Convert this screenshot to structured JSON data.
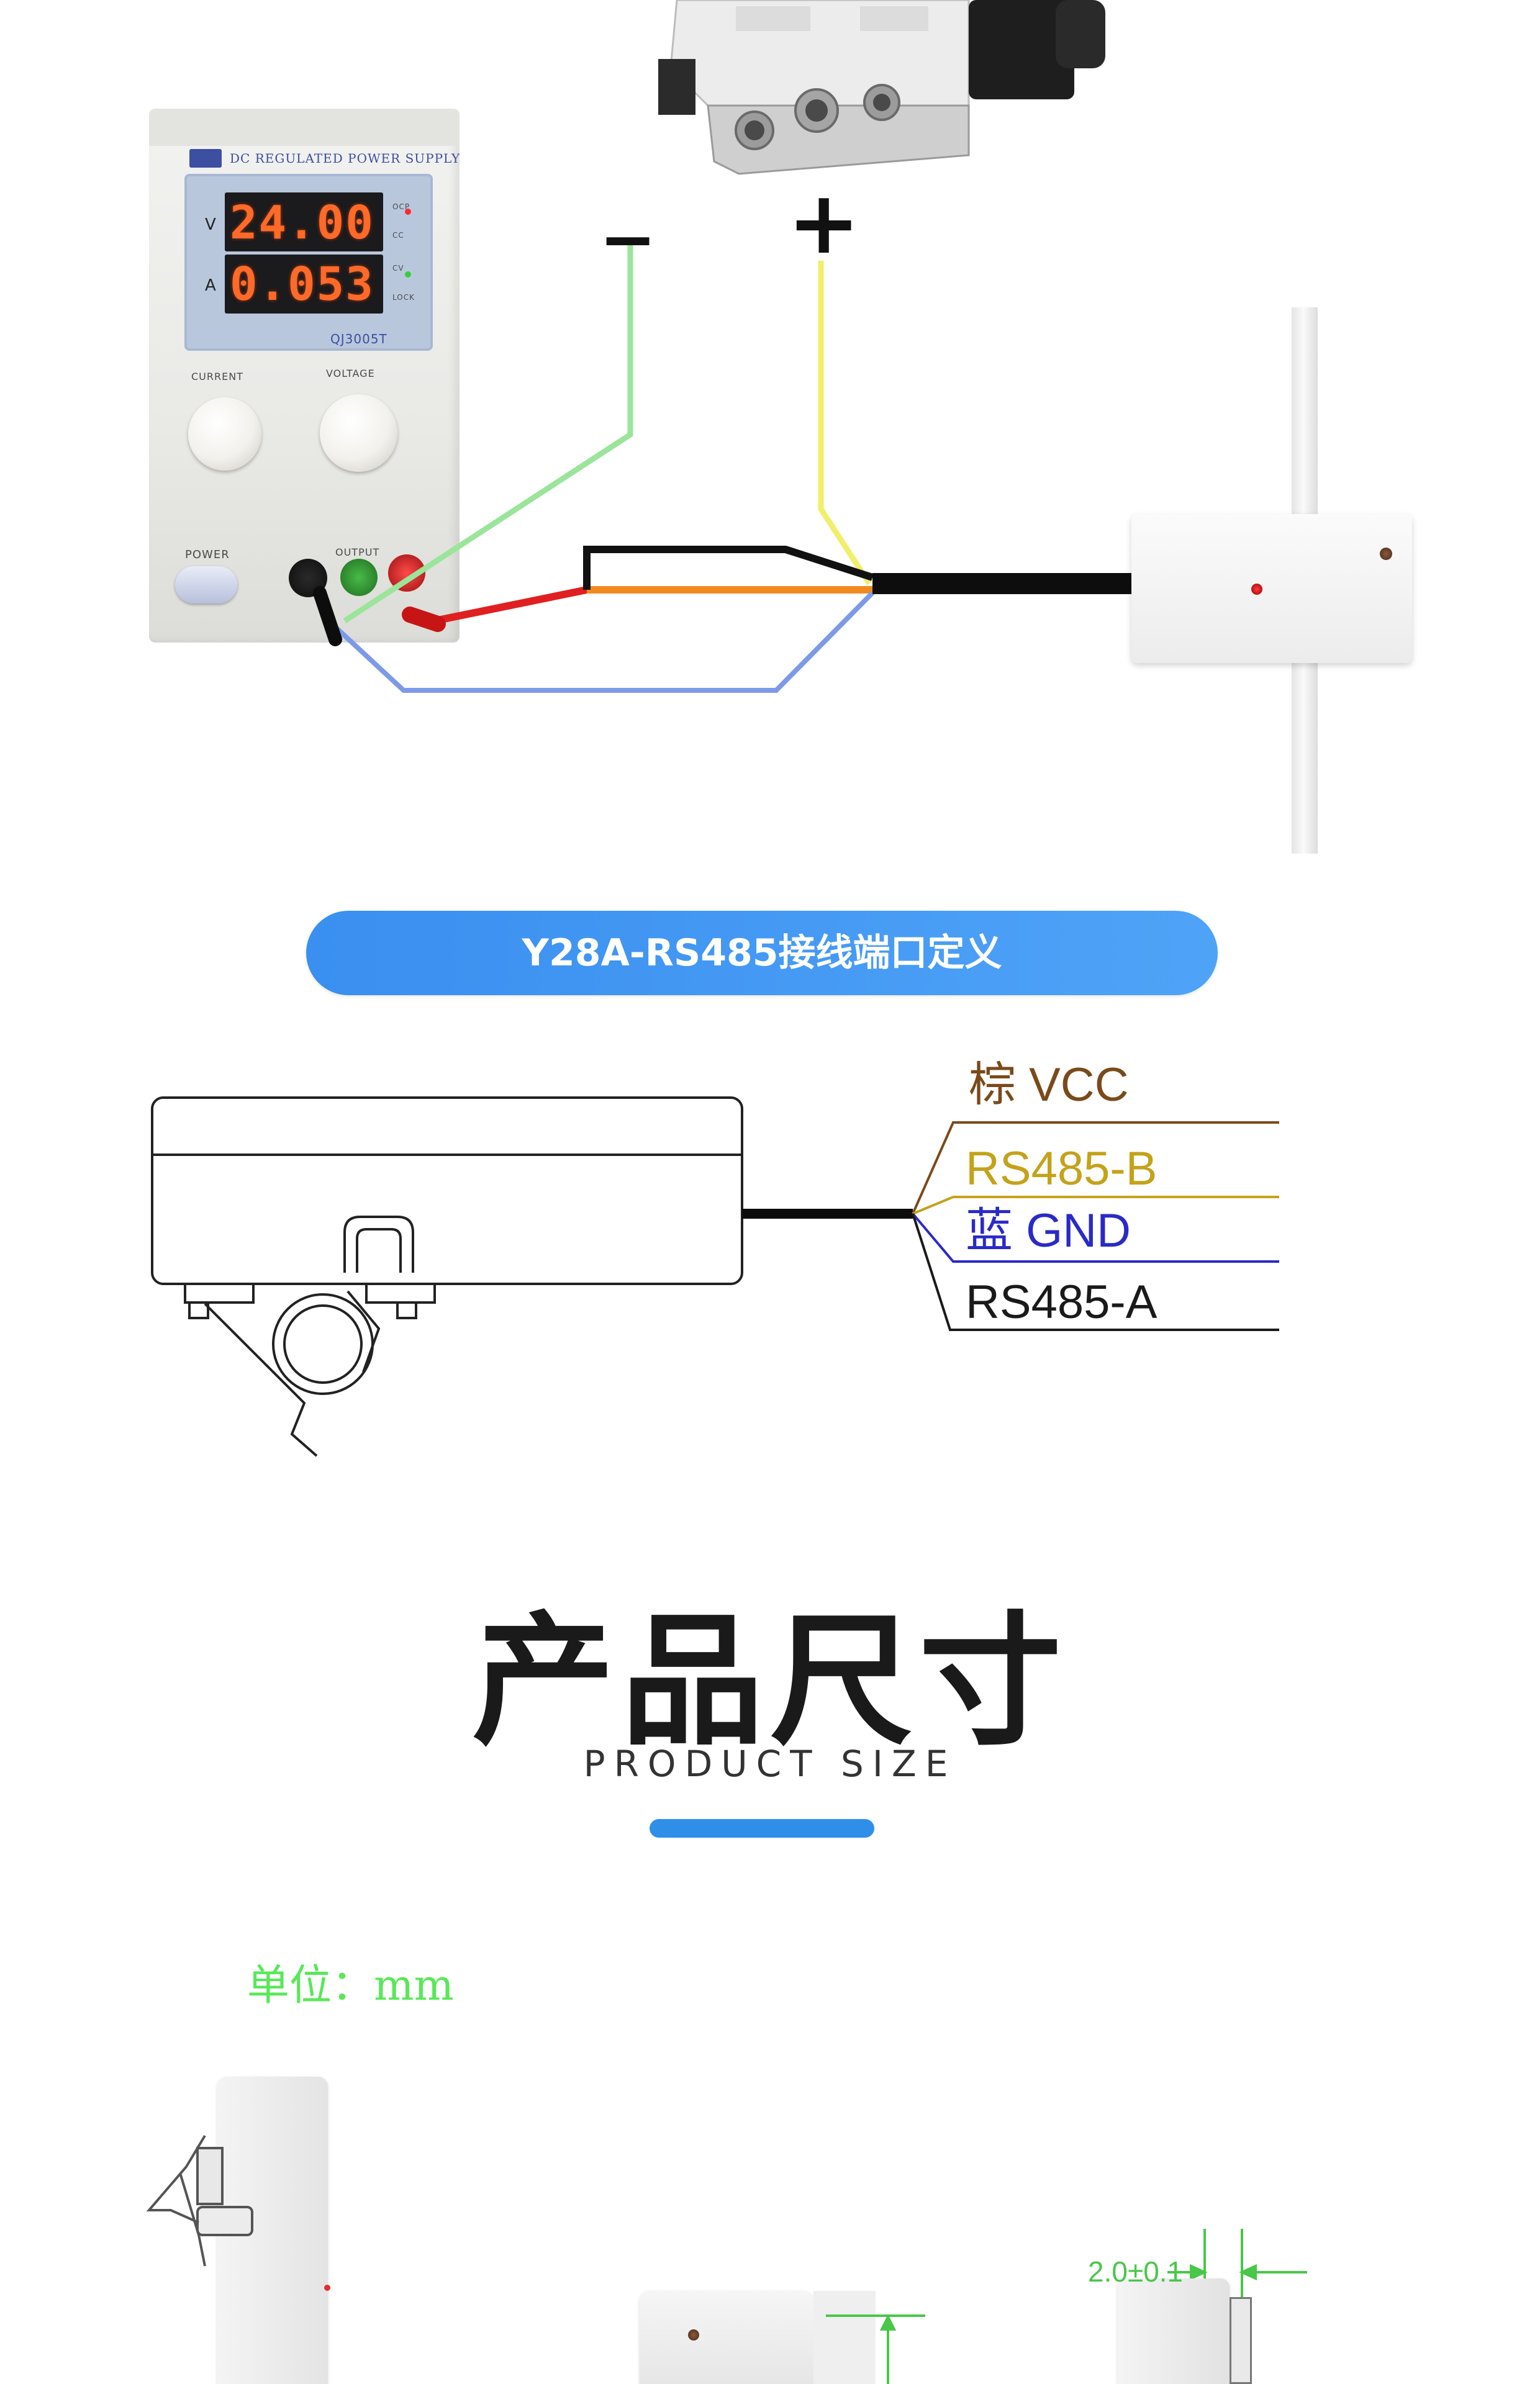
{
  "power_supply": {
    "brand": "DC REGULATED POWER SUPPLY",
    "volt_unit": "V",
    "amp_unit": "A",
    "voltage_reading": "24.00",
    "current_reading": "0.053",
    "model": "QJ3005T",
    "current_label": "CURRENT",
    "voltage_label": "VOLTAGE",
    "power_label": "POWER",
    "output_label": "OUTPUT",
    "indicator_labels": [
      "OCP",
      "CC",
      "CV",
      "LOCK"
    ]
  },
  "polarity": {
    "minus": "−",
    "plus": "+"
  },
  "banner": {
    "title": "Y28A-RS485接线端口定义"
  },
  "wire_labels": [
    {
      "text": "棕 VCC",
      "color": "#7a4a1a"
    },
    {
      "text": "RS485-B",
      "color": "#c4a21a"
    },
    {
      "text": "蓝 GND",
      "color": "#2a2ac8"
    },
    {
      "text": "RS485-A",
      "color": "#1a1a1a"
    }
  ],
  "section": {
    "title": "产品尺寸",
    "subtitle": "PRODUCT SIZE"
  },
  "dimensions": {
    "unit_label": "单位：mm",
    "thickness_label": "2.0±0.1"
  }
}
